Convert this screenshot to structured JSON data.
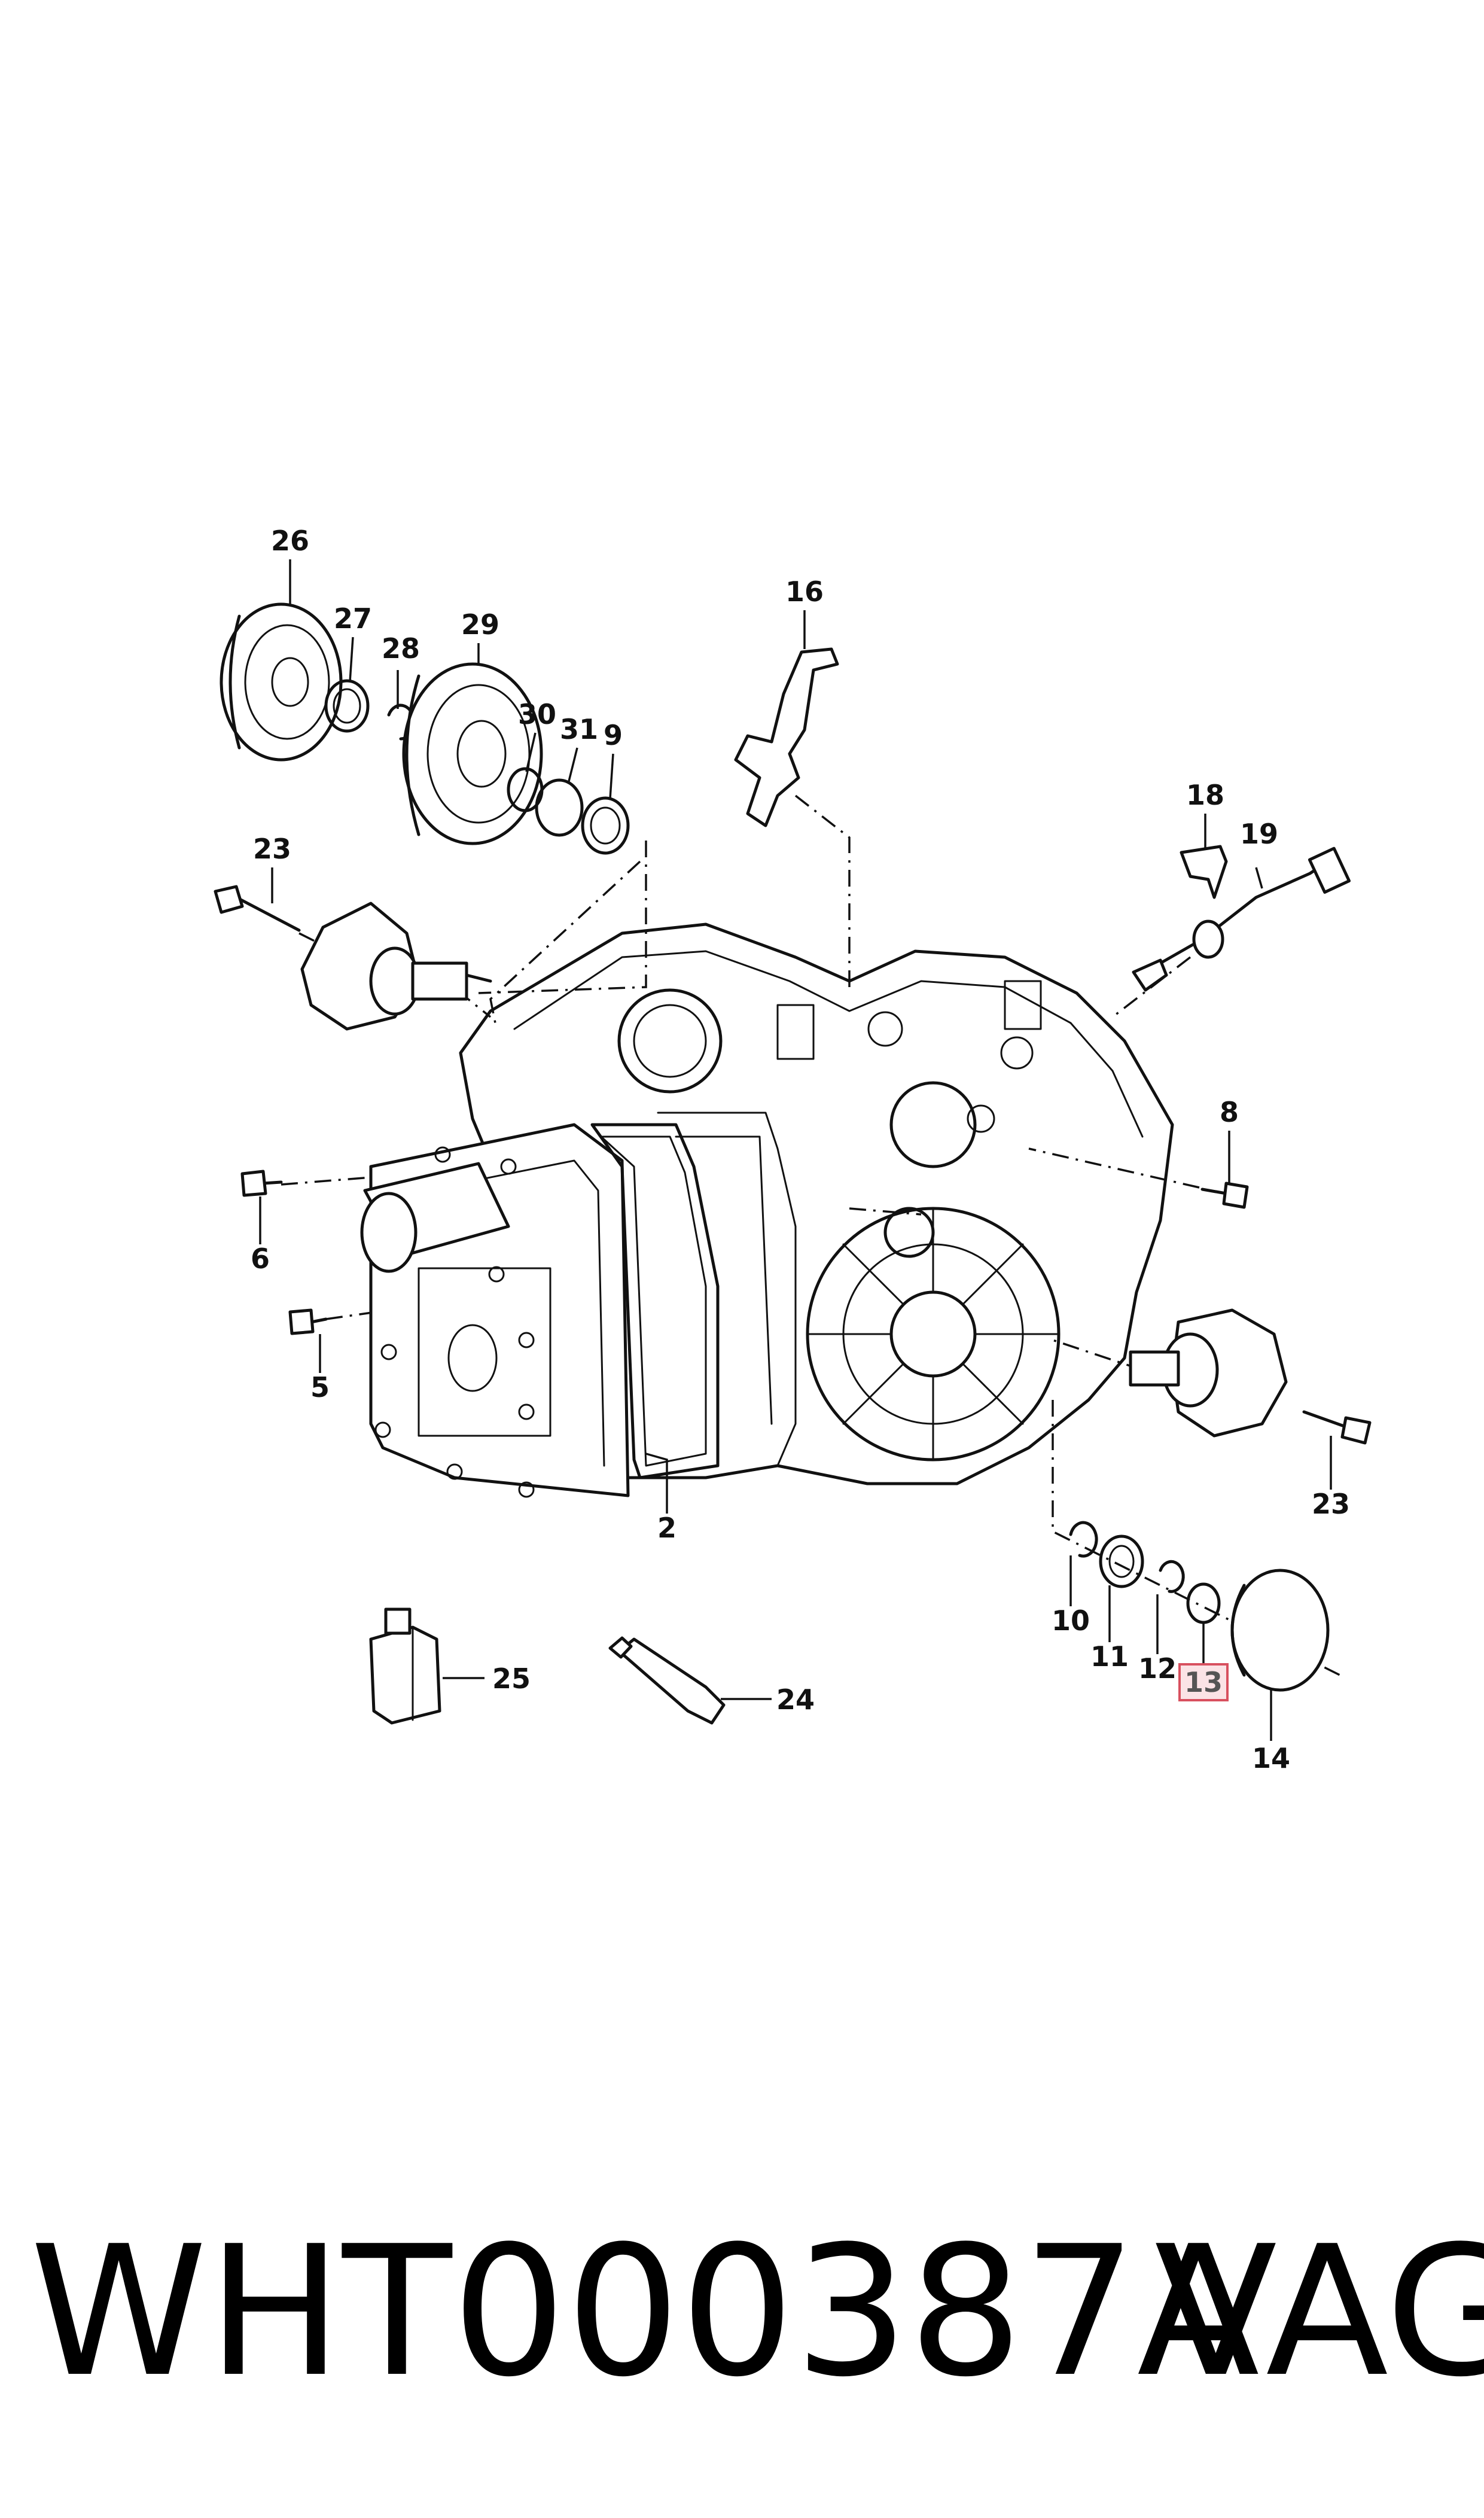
{
  "footer": {
    "part_number": "WHT000387A",
    "brand": "VAG"
  },
  "callouts": [
    {
      "id": "c26",
      "label": "26"
    },
    {
      "id": "c27",
      "label": "27"
    },
    {
      "id": "c28",
      "label": "28"
    },
    {
      "id": "c29",
      "label": "29"
    },
    {
      "id": "c30",
      "label": "30"
    },
    {
      "id": "c31",
      "label": "31"
    },
    {
      "id": "c9",
      "label": "9"
    },
    {
      "id": "c16",
      "label": "16"
    },
    {
      "id": "c18",
      "label": "18"
    },
    {
      "id": "c19",
      "label": "19"
    },
    {
      "id": "c23a",
      "label": "23"
    },
    {
      "id": "c8",
      "label": "8"
    },
    {
      "id": "c6",
      "label": "6"
    },
    {
      "id": "c5",
      "label": "5"
    },
    {
      "id": "c2",
      "label": "2"
    },
    {
      "id": "c23b",
      "label": "23"
    },
    {
      "id": "c10",
      "label": "10"
    },
    {
      "id": "c11",
      "label": "11"
    },
    {
      "id": "c12",
      "label": "12"
    },
    {
      "id": "c13",
      "label": "13",
      "highlighted": true
    },
    {
      "id": "c14",
      "label": "14"
    },
    {
      "id": "c25",
      "label": "25"
    },
    {
      "id": "c24",
      "label": "24"
    }
  ],
  "colors": {
    "line": "#111111",
    "highlight_border": "#d8505f",
    "highlight_fill": "#fbe3e6"
  }
}
